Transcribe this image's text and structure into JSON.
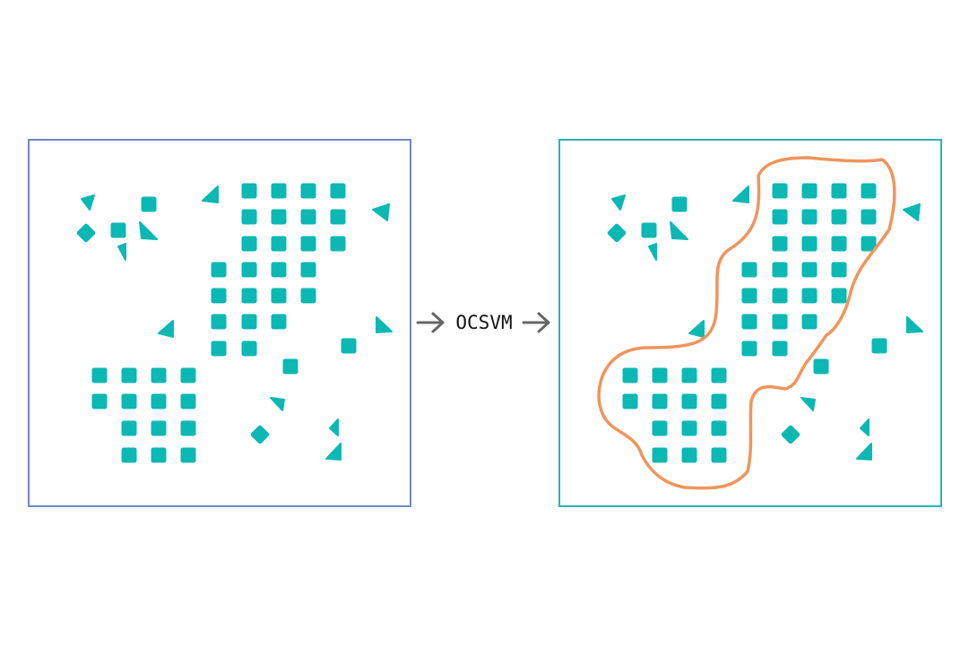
{
  "diagram": {
    "method_label": "OCSVM",
    "arrow_icon": "right-arrow-icon",
    "colors": {
      "background": "#ffffff",
      "point": "#0bb8b3",
      "input_frame": "#6f86cc",
      "output_frame": "#22b7b4",
      "boundary": "#f0955c",
      "arrow": "#666666",
      "label": "#111111"
    }
  },
  "panels": [
    {
      "id": "input-panel",
      "has_boundary": false
    },
    {
      "id": "output-panel",
      "has_boundary": true
    }
  ]
}
